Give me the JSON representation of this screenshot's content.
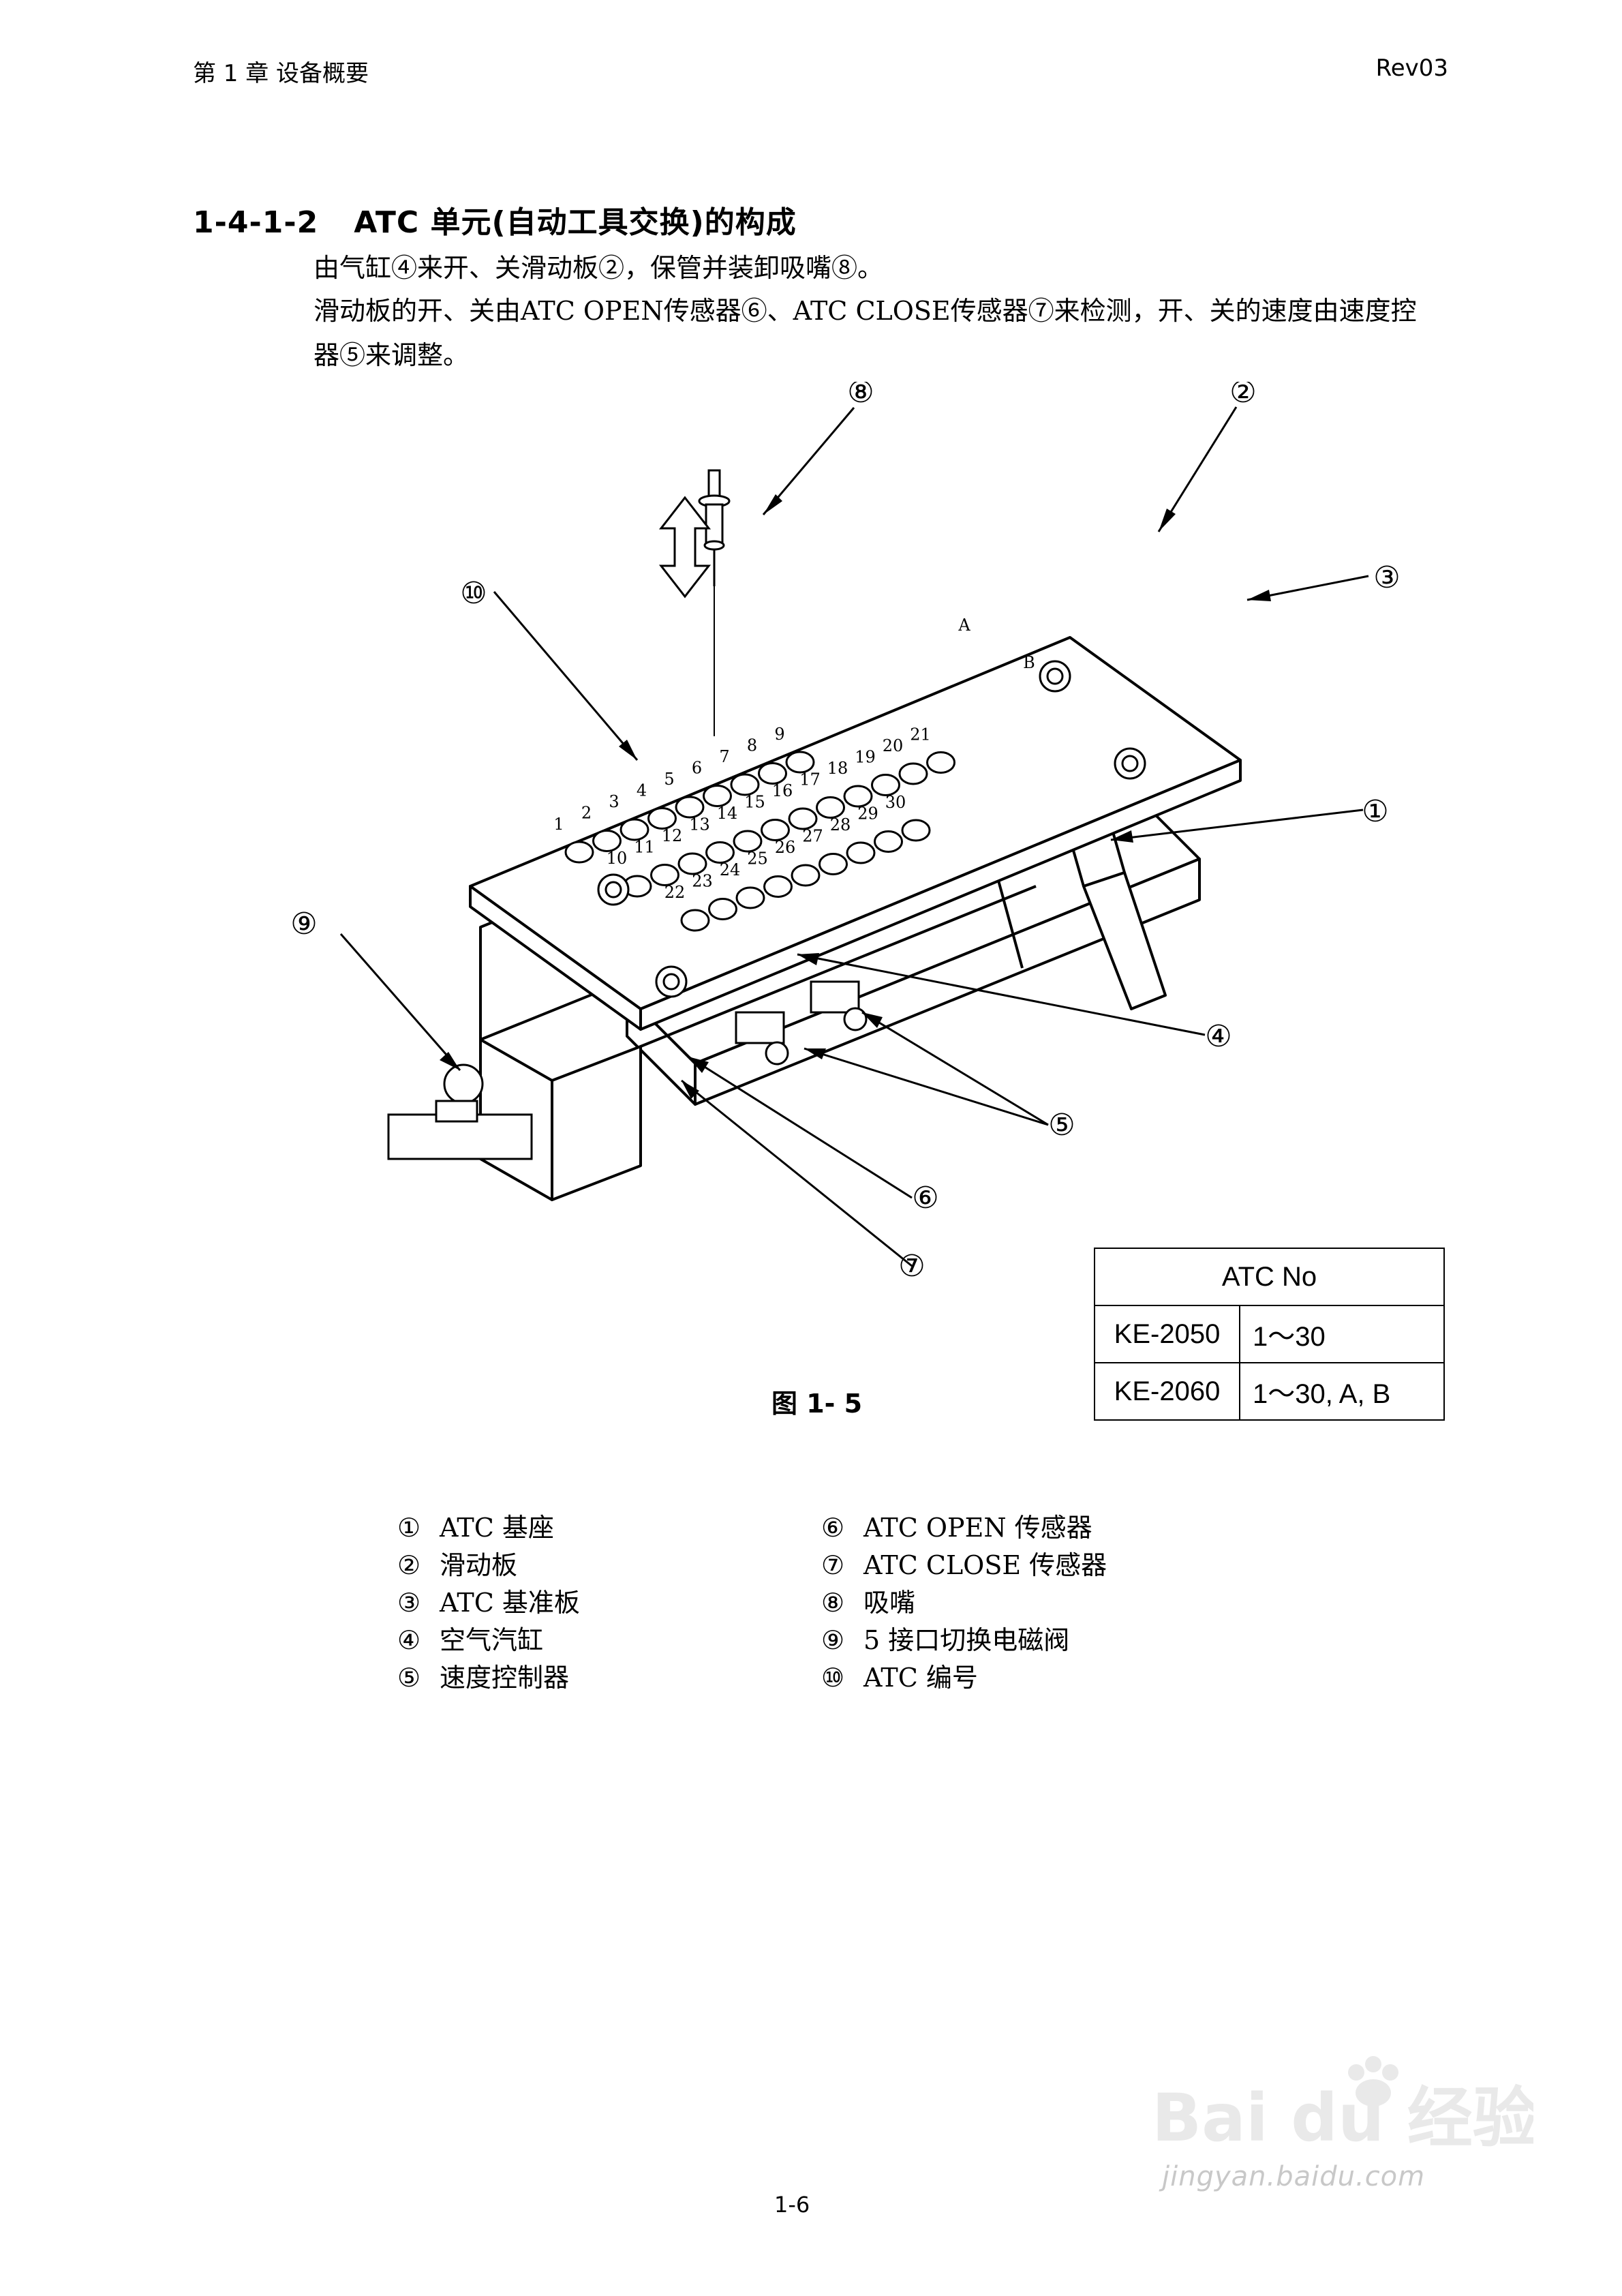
{
  "header": {
    "chapter": "第 1 章 设备概要",
    "revision": "Rev03"
  },
  "section": {
    "number": "1-4-1-2",
    "title": "ATC 单元(自动工具交换)的构成",
    "paragraphs": [
      "由气缸④来开、关滑动板②，保管并装卸吸嘴⑧。",
      "滑动板的开、关由ATC OPEN传感器⑥、ATC CLOSE传感器⑦来检测，开、关的速度由速度控",
      "器⑤来调整。"
    ]
  },
  "figure": {
    "caption": "图 1- 5",
    "callouts": [
      "①",
      "②",
      "③",
      "④",
      "⑤",
      "⑥",
      "⑦",
      "⑧",
      "⑨",
      "⑩"
    ],
    "slot_labels": [
      "1",
      "2",
      "3",
      "4",
      "5",
      "6",
      "7",
      "8",
      "9",
      "10",
      "11",
      "12",
      "13",
      "14",
      "15",
      "16",
      "17",
      "18",
      "19",
      "20",
      "21",
      "22",
      "23",
      "24",
      "25",
      "26",
      "27",
      "28",
      "29",
      "30",
      "A",
      "B"
    ]
  },
  "table": {
    "header": "ATC No",
    "rows": [
      {
        "model": "KE-2050",
        "range": "1～30"
      },
      {
        "model": "KE-2060",
        "range": "1～30, A, B"
      }
    ]
  },
  "legend": {
    "left": [
      {
        "mark": "①",
        "text": "ATC 基座"
      },
      {
        "mark": "②",
        "text": "滑动板"
      },
      {
        "mark": "③",
        "text": "ATC 基准板"
      },
      {
        "mark": "④",
        "text": "空气汽缸"
      },
      {
        "mark": "⑤",
        "text": "速度控制器"
      }
    ],
    "right": [
      {
        "mark": "⑥",
        "text": "ATC OPEN 传感器"
      },
      {
        "mark": "⑦",
        "text": "ATC CLOSE 传感器"
      },
      {
        "mark": "⑧",
        "text": "吸嘴"
      },
      {
        "mark": "⑨",
        "text": "5 接口切换电磁阀"
      },
      {
        "mark": "⑩",
        "text": "ATC 编号"
      }
    ]
  },
  "footer": {
    "page": "1-6"
  },
  "watermark": {
    "brand": "Bai du 经验",
    "url": "jingyan.baidu.com"
  }
}
